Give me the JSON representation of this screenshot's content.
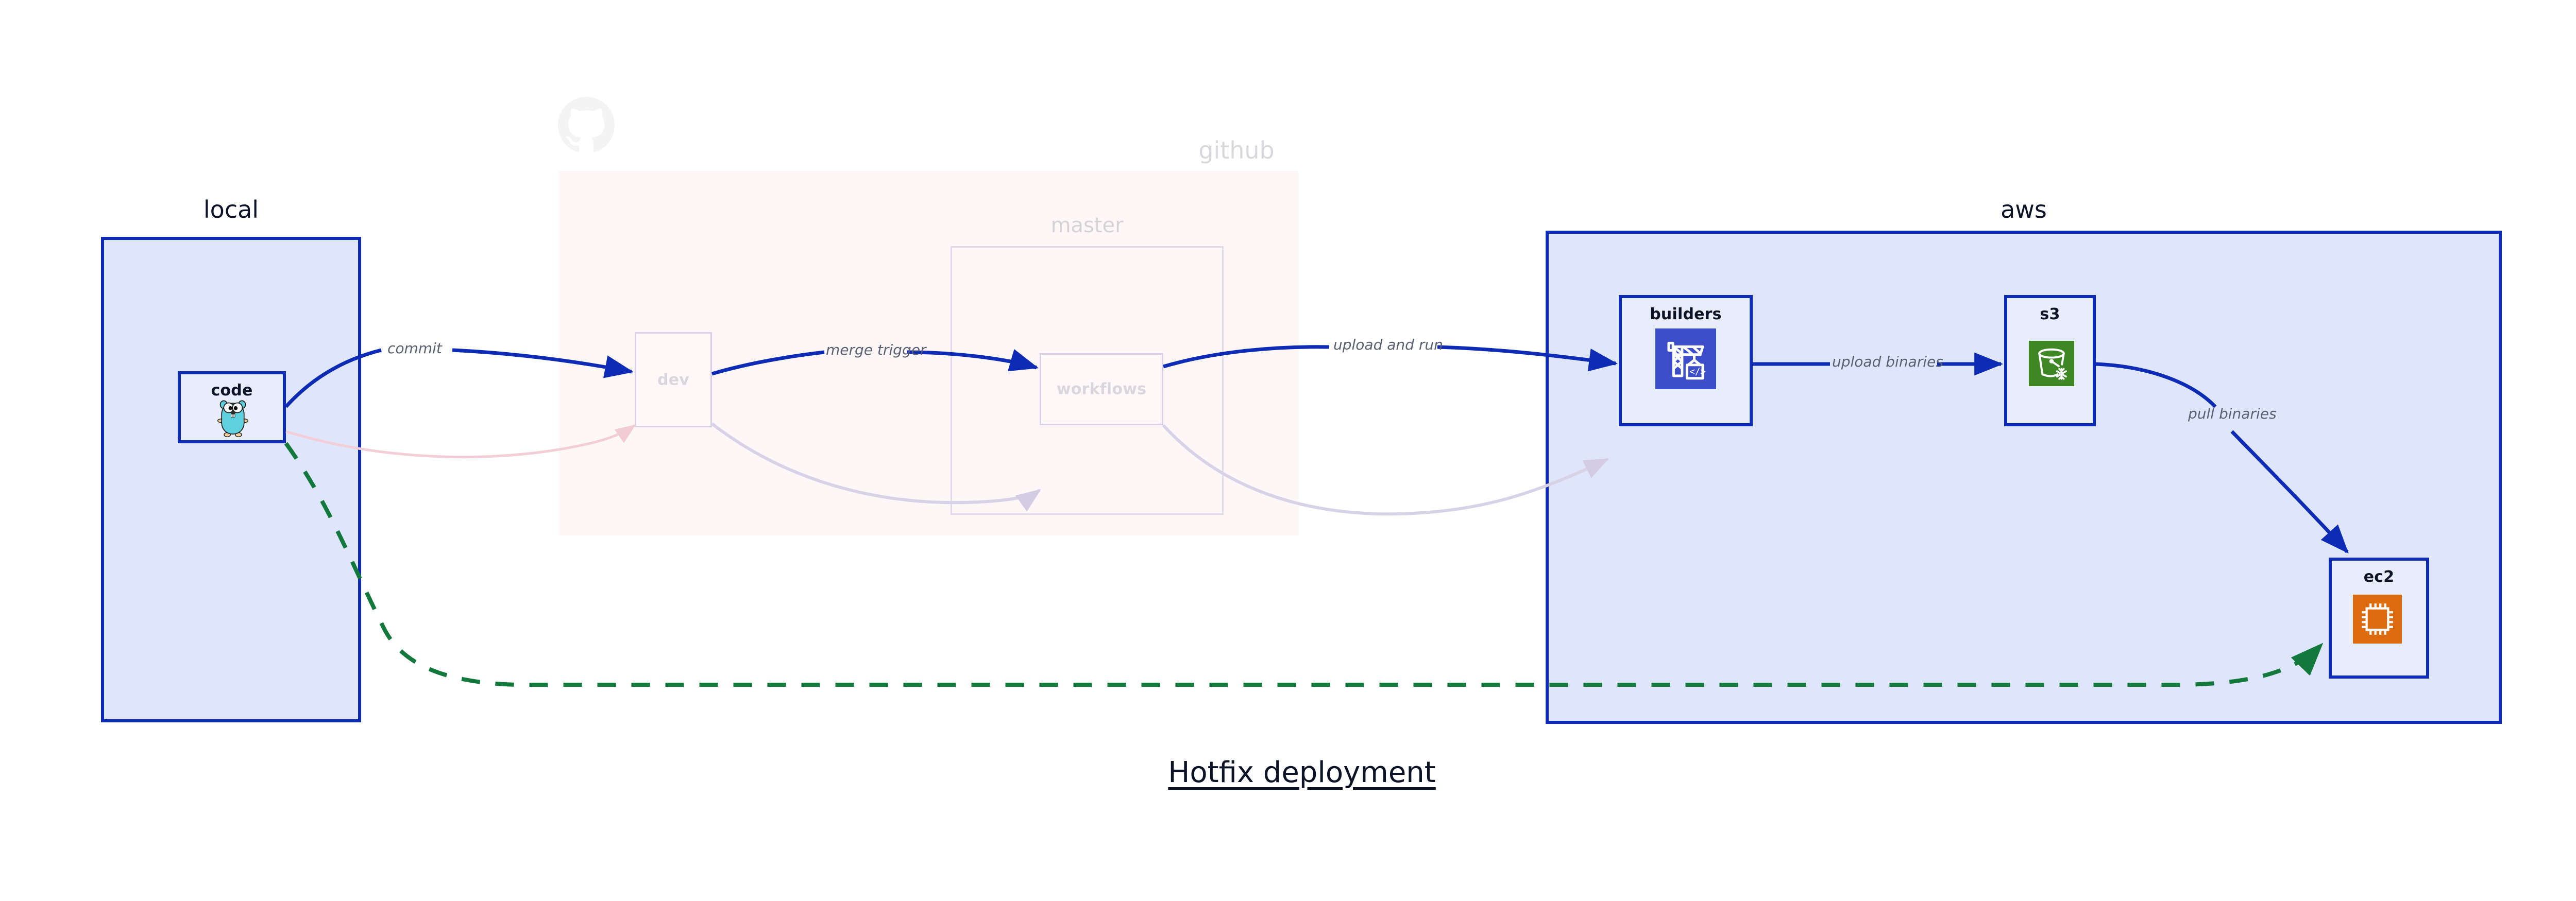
{
  "diagram": {
    "title": "Hotfix deployment",
    "type": "deployment-flow-diagram"
  },
  "groups": [
    {
      "id": "local",
      "label": "local",
      "color": "#dfe6fb",
      "border": "#0d2bb5",
      "faded": false
    },
    {
      "id": "github",
      "label": "github",
      "color": "#fae4e8",
      "border": "#e8c7cf",
      "faded": true
    },
    {
      "id": "aws",
      "label": "aws",
      "color": "#dfe6fb",
      "border": "#0d2bb5",
      "faded": false
    }
  ],
  "subgroups": [
    {
      "id": "master",
      "label": "master",
      "parent": "github",
      "faded": true
    }
  ],
  "nodes": [
    {
      "id": "code",
      "label": "code",
      "group": "local",
      "icon": "go-gopher-icon",
      "faded": false
    },
    {
      "id": "dev",
      "label": "dev",
      "group": "github",
      "icon": "none",
      "faded": true
    },
    {
      "id": "workflows",
      "label": "workflows",
      "group": "master",
      "icon": "none",
      "faded": true
    },
    {
      "id": "builders",
      "label": "builders",
      "group": "aws",
      "icon": "aws-codebuild-icon",
      "icon_color": "#3d4ecb",
      "faded": false
    },
    {
      "id": "s3",
      "label": "s3",
      "group": "aws",
      "icon": "aws-s3-glacier-icon",
      "icon_color": "#3f8624",
      "faded": false
    },
    {
      "id": "ec2",
      "label": "ec2",
      "group": "aws",
      "icon": "aws-ec2-icon",
      "icon_color": "#dd6b10",
      "faded": false
    }
  ],
  "edges": [
    {
      "id": "e1",
      "from": "code",
      "to": "dev",
      "label": "commit",
      "style": "solid",
      "color": "#0d2bb5",
      "faded": false
    },
    {
      "id": "e2",
      "from": "dev",
      "to": "workflows",
      "label": "merge trigger",
      "style": "solid",
      "color": "#0d2bb5",
      "faded": false
    },
    {
      "id": "e3",
      "from": "workflows",
      "to": "builders",
      "label": "upload and run",
      "style": "solid",
      "color": "#0d2bb5",
      "faded": false
    },
    {
      "id": "e4",
      "from": "builders",
      "to": "s3",
      "label": "upload binaries",
      "style": "solid",
      "color": "#0d2bb5",
      "faded": false
    },
    {
      "id": "e5",
      "from": "s3",
      "to": "ec2",
      "label": "pull binaries",
      "style": "solid",
      "color": "#0d2bb5",
      "faded": false
    },
    {
      "id": "e6",
      "from": "code",
      "to": "ec2",
      "label": "",
      "style": "dashed",
      "color": "#12783c",
      "faded": false
    },
    {
      "id": "e7",
      "from": "dev",
      "to": "workflows",
      "label": "",
      "style": "solid",
      "color": "#cdc6e0",
      "faded": true
    },
    {
      "id": "e8",
      "from": "workflows",
      "to": "builders",
      "label": "",
      "style": "solid",
      "color": "#cdc6e0",
      "faded": true
    },
    {
      "id": "e9",
      "from": "code",
      "to": "dev",
      "label": "",
      "style": "solid",
      "color": "#f0c9d2",
      "faded": true
    }
  ],
  "icons": {
    "github_logo": "github-mark-icon"
  },
  "colors": {
    "blue_border": "#0d2bb5",
    "blue_fill": "#dfe6fb",
    "node_fill": "#e8edfc",
    "pink_fill": "#fae4e8",
    "green_dash": "#12783c",
    "label_gray": "#5a6070",
    "text_dark": "#0d1326"
  }
}
